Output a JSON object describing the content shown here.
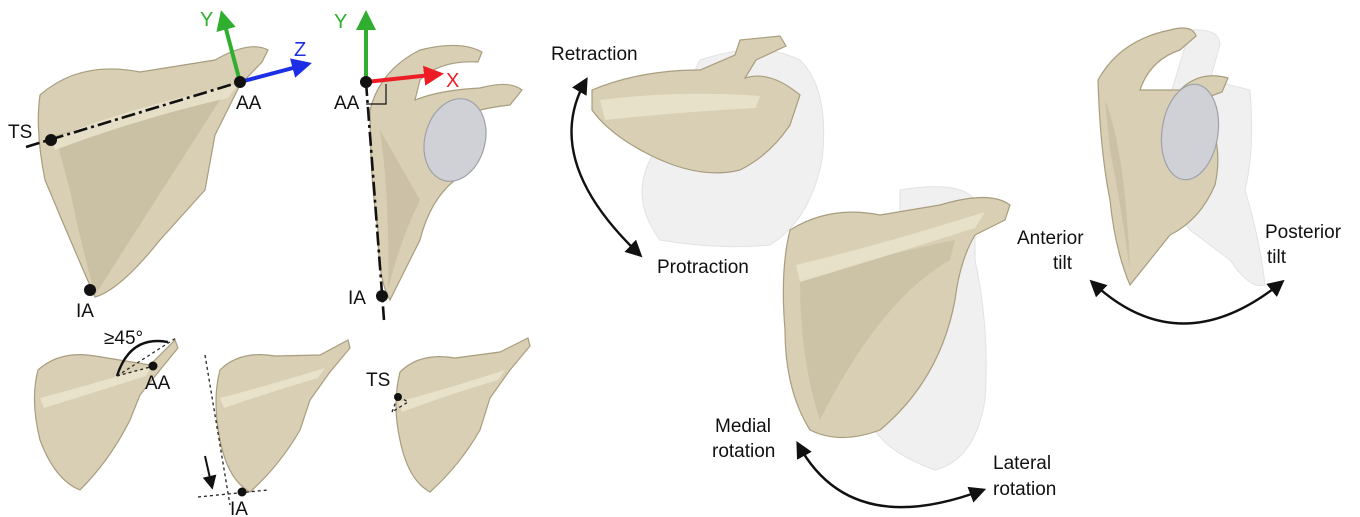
{
  "landmarks": {
    "ts": "TS",
    "aa": "AA",
    "ia": "IA"
  },
  "axes": {
    "x": {
      "label": "X",
      "color": "#ee1c25"
    },
    "y": {
      "label": "Y",
      "color": "#2fae2f"
    },
    "z": {
      "label": "Z",
      "color": "#1d2fe6"
    }
  },
  "angle": "≥45°",
  "motions": {
    "retraction": "Retraction",
    "protraction": "Protraction",
    "medial_rotation_1": "Medial",
    "medial_rotation_2": "rotation",
    "lateral_rotation_1": "Lateral",
    "lateral_rotation_2": "rotation",
    "anterior_tilt_1": "Anterior",
    "anterior_tilt_2": "tilt",
    "posterior_tilt_1": "Posterior",
    "posterior_tilt_2": "tilt"
  },
  "colors": {
    "bone": "#d8cfb4",
    "glenoid": "#cfd1d6"
  }
}
